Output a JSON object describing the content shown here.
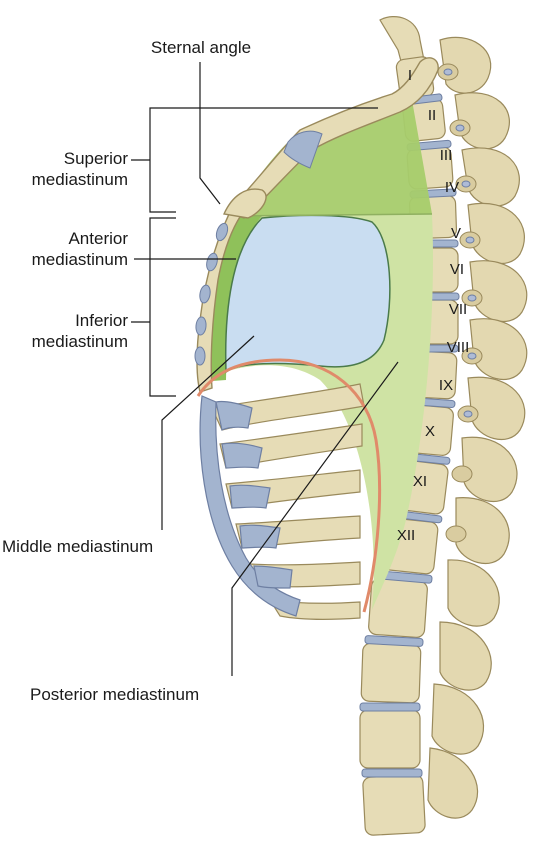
{
  "labels": {
    "sternal_angle": "Sternal angle",
    "superior": [
      "Superior",
      "mediastinum"
    ],
    "anterior": [
      "Anterior",
      "mediastinum"
    ],
    "inferior": [
      "Inferior",
      "mediastinum"
    ],
    "middle": "Middle mediastinum",
    "posterior": "Posterior mediastinum"
  },
  "vertebrae": [
    "I",
    "II",
    "III",
    "IV",
    "V",
    "VI",
    "VII",
    "VIII",
    "IX",
    "X",
    "XI",
    "XII"
  ],
  "colors": {
    "superior_region": "#a6cc6c",
    "anterior_region": "#8fc15a",
    "posterior_region": "#cfe3a4",
    "middle_region": "#c9ddf1",
    "bone": "#e6dcb6",
    "bone_outline": "#9a8a5c",
    "cartilage": "#a3b4cf",
    "diaphragm_line": "#e08a6a",
    "leader_line": "#1a1a1a"
  }
}
